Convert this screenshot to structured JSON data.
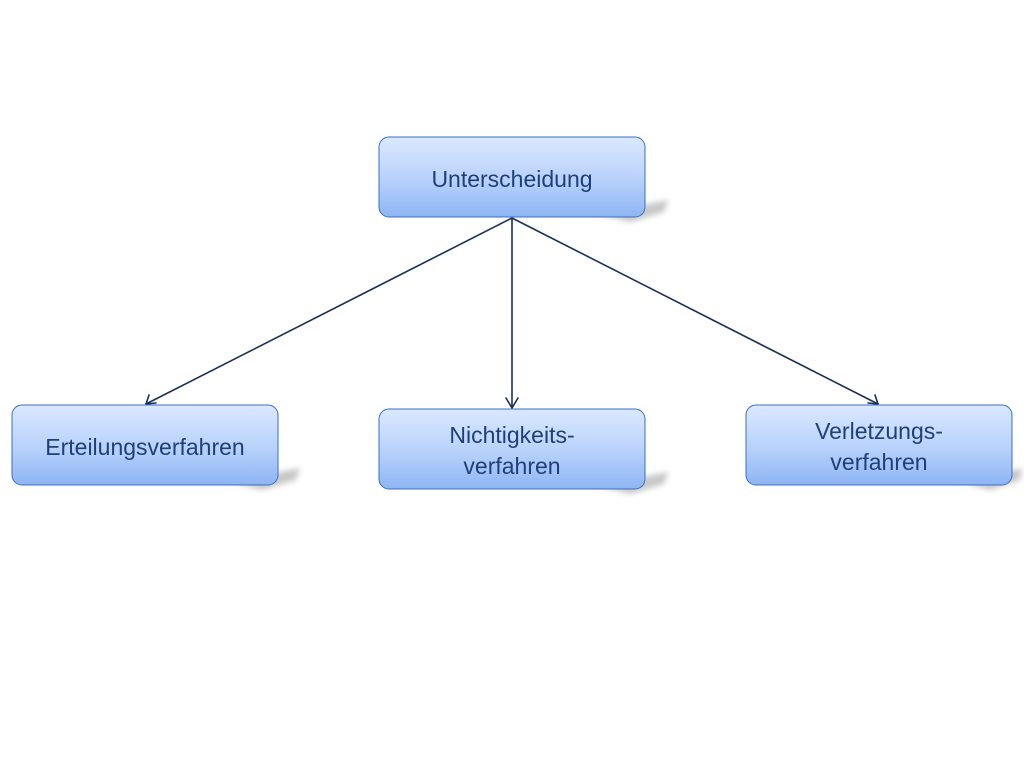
{
  "diagram": {
    "type": "hierarchy",
    "root": {
      "label": "Unterscheidung"
    },
    "children": [
      {
        "label_lines": [
          "Erteilungsverfahren"
        ]
      },
      {
        "label_lines": [
          "Nichtigkeits-",
          "verfahren"
        ]
      },
      {
        "label_lines": [
          "Verletzungs-",
          "verfahren"
        ]
      }
    ],
    "colors": {
      "box_top": "#d6e6ff",
      "box_bottom": "#8fb7f5",
      "box_border": "#3a6fc8",
      "text": "#1f3f7a",
      "connector": "#1a2f5a"
    }
  }
}
